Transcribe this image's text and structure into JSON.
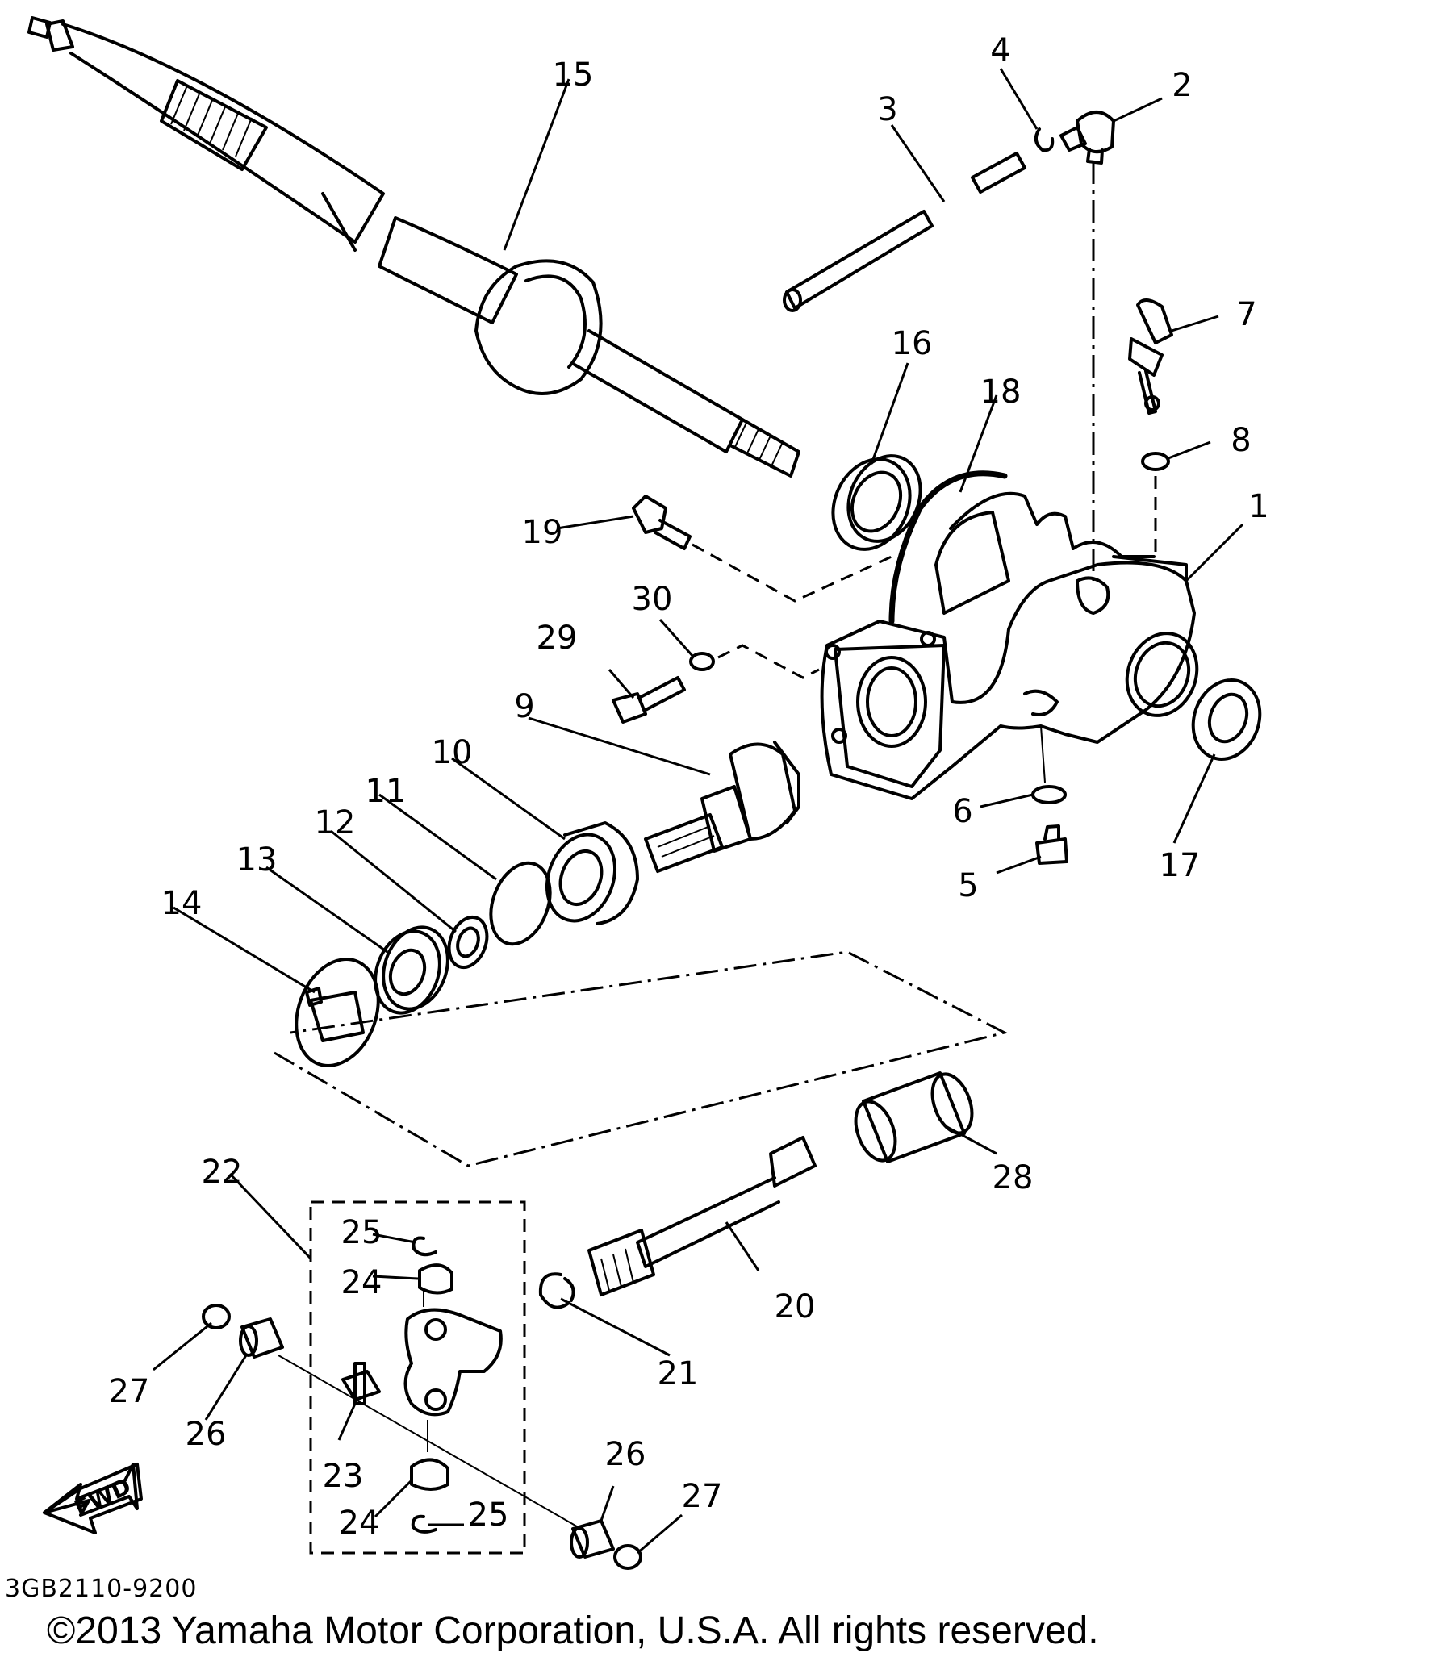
{
  "diagram": {
    "code": "3GB2110-9200",
    "copyright": "©2013 Yamaha Motor Corporation, U.S.A. All rights reserved.",
    "direction_label": "FWD"
  },
  "callouts": [
    "1",
    "2",
    "3",
    "4",
    "5",
    "6",
    "7",
    "8",
    "9",
    "10",
    "11",
    "12",
    "13",
    "14",
    "15",
    "16",
    "17",
    "18",
    "19",
    "20",
    "21",
    "22",
    "23",
    "24",
    "24",
    "25",
    "25",
    "26",
    "26",
    "27",
    "27",
    "28",
    "29",
    "30"
  ]
}
